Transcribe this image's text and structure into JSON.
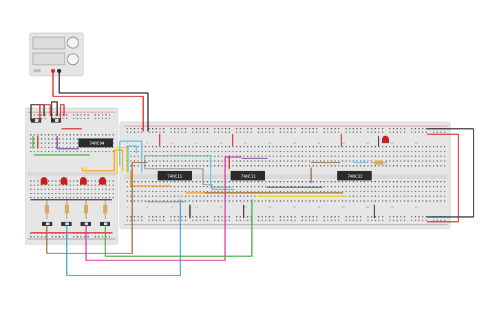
{
  "chips": [
    {
      "label": "74HC04"
    },
    {
      "label": "74HC11"
    },
    {
      "label": "74HC11"
    },
    {
      "label": "74HC32"
    }
  ],
  "breadboard_numbers": [
    "1",
    "5",
    "10",
    "15",
    "20",
    "25",
    "30",
    "35",
    "40",
    "45",
    "50",
    "55",
    "60"
  ],
  "colors": {
    "board": "#e6e6e6",
    "board_edge": "#d2d2d2",
    "chip": "#2b2b2b",
    "rail_red": "#d23b3b",
    "rail_blue": "#3b3b3b",
    "led_red": "#c81e1e",
    "wire_black": "#222222",
    "wire_red": "#d91f1f",
    "wire_cyan": "#55c3da",
    "wire_blue": "#2c9ad6",
    "wire_magenta": "#d63aa6",
    "wire_green": "#3cae3c",
    "wire_brown": "#9b6a3a",
    "wire_orange": "#f39c12",
    "wire_yellow": "#f2d20f",
    "wire_purple": "#7d3c98",
    "wire_gray": "#9a9a9a"
  }
}
